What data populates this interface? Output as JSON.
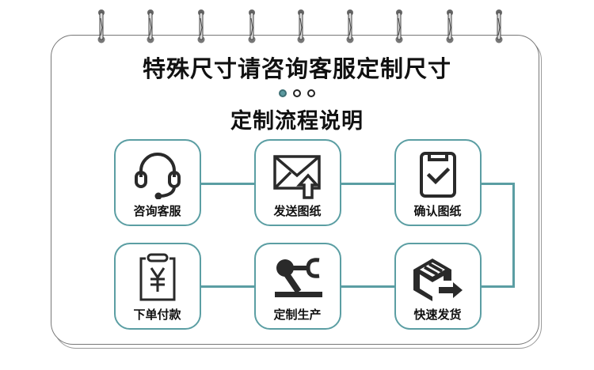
{
  "header": {
    "title": "特殊尺寸请咨询客服定制尺寸",
    "pagination": {
      "total": 3,
      "active": 0
    },
    "subtitle": "定制流程说明"
  },
  "colors": {
    "accent": "#5b9ea3",
    "text": "#111111",
    "border": "#777777"
  },
  "steps": [
    {
      "label": "咨询客服",
      "icon": "headset-icon"
    },
    {
      "label": "发送图纸",
      "icon": "envelope-upload-icon"
    },
    {
      "label": "确认图纸",
      "icon": "clipboard-check-icon"
    },
    {
      "label": "快速发货",
      "icon": "box-shipping-icon"
    },
    {
      "label": "定制生产",
      "icon": "robot-arm-icon"
    },
    {
      "label": "下单付款",
      "icon": "clipboard-yen-icon"
    }
  ]
}
